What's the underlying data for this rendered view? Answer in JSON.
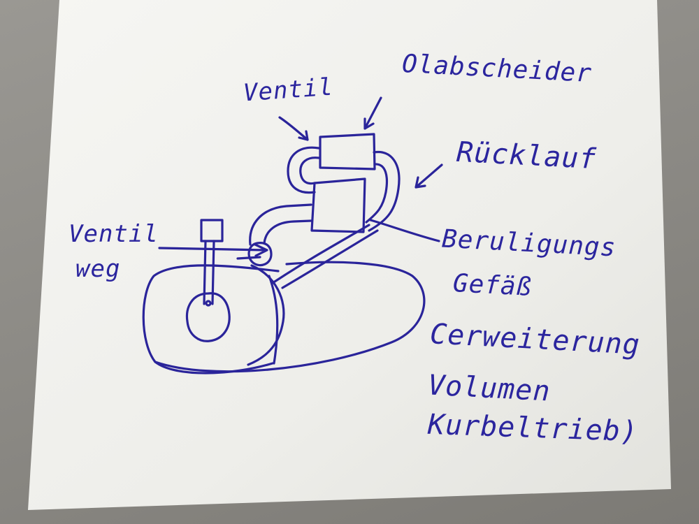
{
  "ink_color": "#2b259e",
  "paper_color": "#f2f2ef",
  "labels": {
    "ventil_top": "Ventil",
    "oelabscheider": "Olabscheider",
    "ruecklauf": "Rücklauf",
    "ventil_left_1": "Ventil",
    "ventil_left_2": "weg",
    "beruhigung_1": "Beruligungs",
    "beruhigung_2": "Gefäß",
    "erweiterung_1": "Cerweiterung",
    "erweiterung_2": "Volumen",
    "erweiterung_3": "Kurbeltrieb)"
  }
}
